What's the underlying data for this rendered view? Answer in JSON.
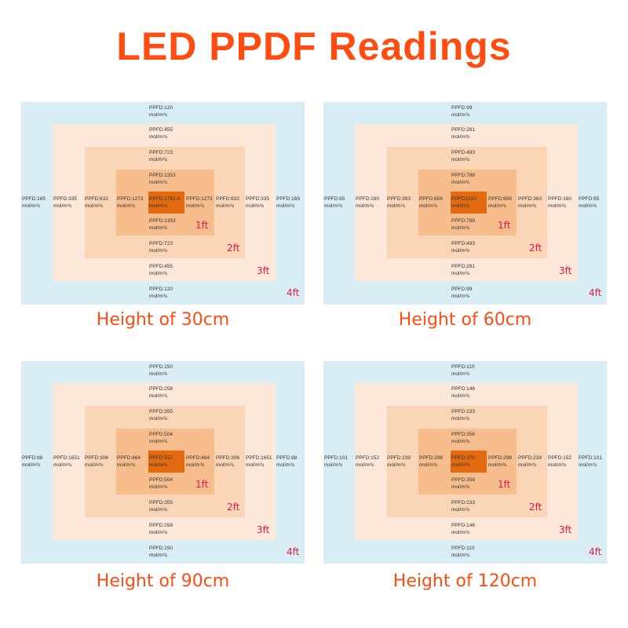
{
  "title": "LED PPDF Readings",
  "unit": "mol/m²s",
  "zone_labels": [
    "1ft",
    "2ft",
    "3ft",
    "4ft"
  ],
  "colors": {
    "title": "#ff4d12",
    "zone_label": "#e8174a",
    "zone_4ft": "#d9eef4",
    "zone_3ft": "#fde8d9",
    "zone_2ft": "#fbd6b6",
    "zone_1ft": "#f7bd8c",
    "center": "#e36a0f"
  },
  "panels": [
    {
      "caption": "Height of 30cm",
      "center": "PPFD:1782.9",
      "vertical": [
        "PPFD:120",
        "PPFD:455",
        "PPFD:723",
        "PPFD:1353"
      ],
      "horizontal": [
        "PPFD:165",
        "PPFD:335",
        "PPFD:632",
        "PPFD:1273"
      ]
    },
    {
      "caption": "Height of 60cm",
      "center": "PPFD1010",
      "vertical": [
        "PPFD:99",
        "PPFD:281",
        "PPFD:493",
        "PPFD:788"
      ],
      "horizontal": [
        "PPFD:65",
        "PPFD:160",
        "PPFD:363",
        "PPFD:656"
      ]
    },
    {
      "caption": "Height of 90cm",
      "center": "PPFD:557",
      "vertical": [
        "PPFD:150",
        "PPFD:258",
        "PPFD:355",
        "PPFD:504"
      ],
      "horizontal": [
        "PPFD:88",
        "PPFD:1651",
        "PPFD:306",
        "PPFD:464"
      ]
    },
    {
      "caption": "Height of 120cm",
      "center": "PPFD:370",
      "vertical": [
        "PPFD:110",
        "PPFD:146",
        "PPFD:233",
        "PPFD:356"
      ],
      "horizontal": [
        "PPFD:101",
        "PPFD:152",
        "PPFD:239",
        "PPFD:298"
      ]
    }
  ]
}
